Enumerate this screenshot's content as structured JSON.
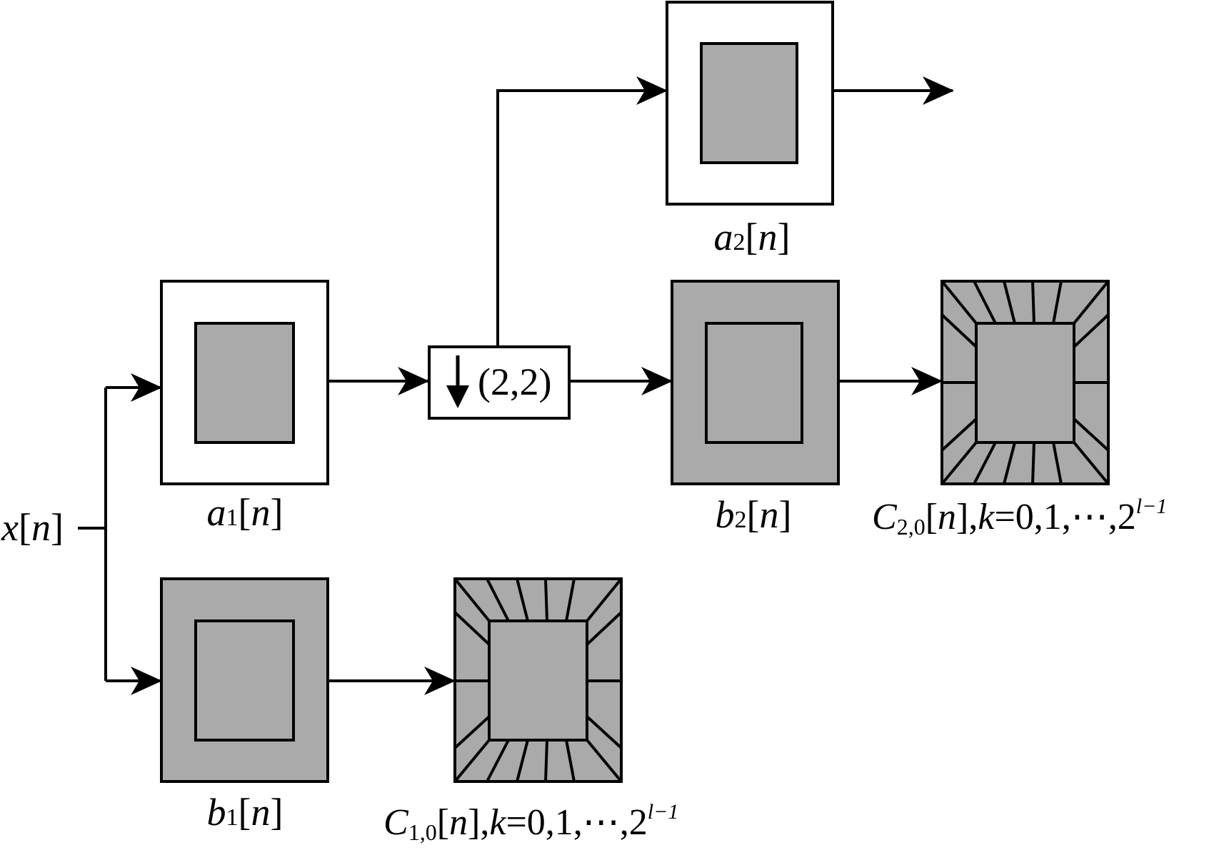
{
  "colors": {
    "stroke": "#000000",
    "fill_gray": "#aaaaaa",
    "background": "#ffffff"
  },
  "input": {
    "var": "x",
    "arg": "n"
  },
  "blocks": {
    "a1": {
      "var": "a",
      "sub": "1",
      "arg": "n"
    },
    "b1": {
      "var": "b",
      "sub": "1",
      "arg": "n"
    },
    "c1": {
      "var": "C",
      "sub": "1,0",
      "arg": "n",
      "range_var": "k",
      "range_vals": "=0,1,",
      "ellipsis": "⋯",
      "range_end": ",2",
      "exponent": "l−1"
    },
    "a2": {
      "var": "a",
      "sub": "2",
      "arg": "n"
    },
    "b2": {
      "var": "b",
      "sub": "2",
      "arg": "n"
    },
    "c2": {
      "var": "C",
      "sub": "2,0",
      "arg": "n",
      "range_var": "k",
      "range_vals": "=0,1,",
      "ellipsis": "⋯",
      "range_end": ",2",
      "exponent": "l−1"
    }
  },
  "downsample": {
    "arrow_icon": "down-arrow-icon",
    "factor": "(2,2)"
  }
}
